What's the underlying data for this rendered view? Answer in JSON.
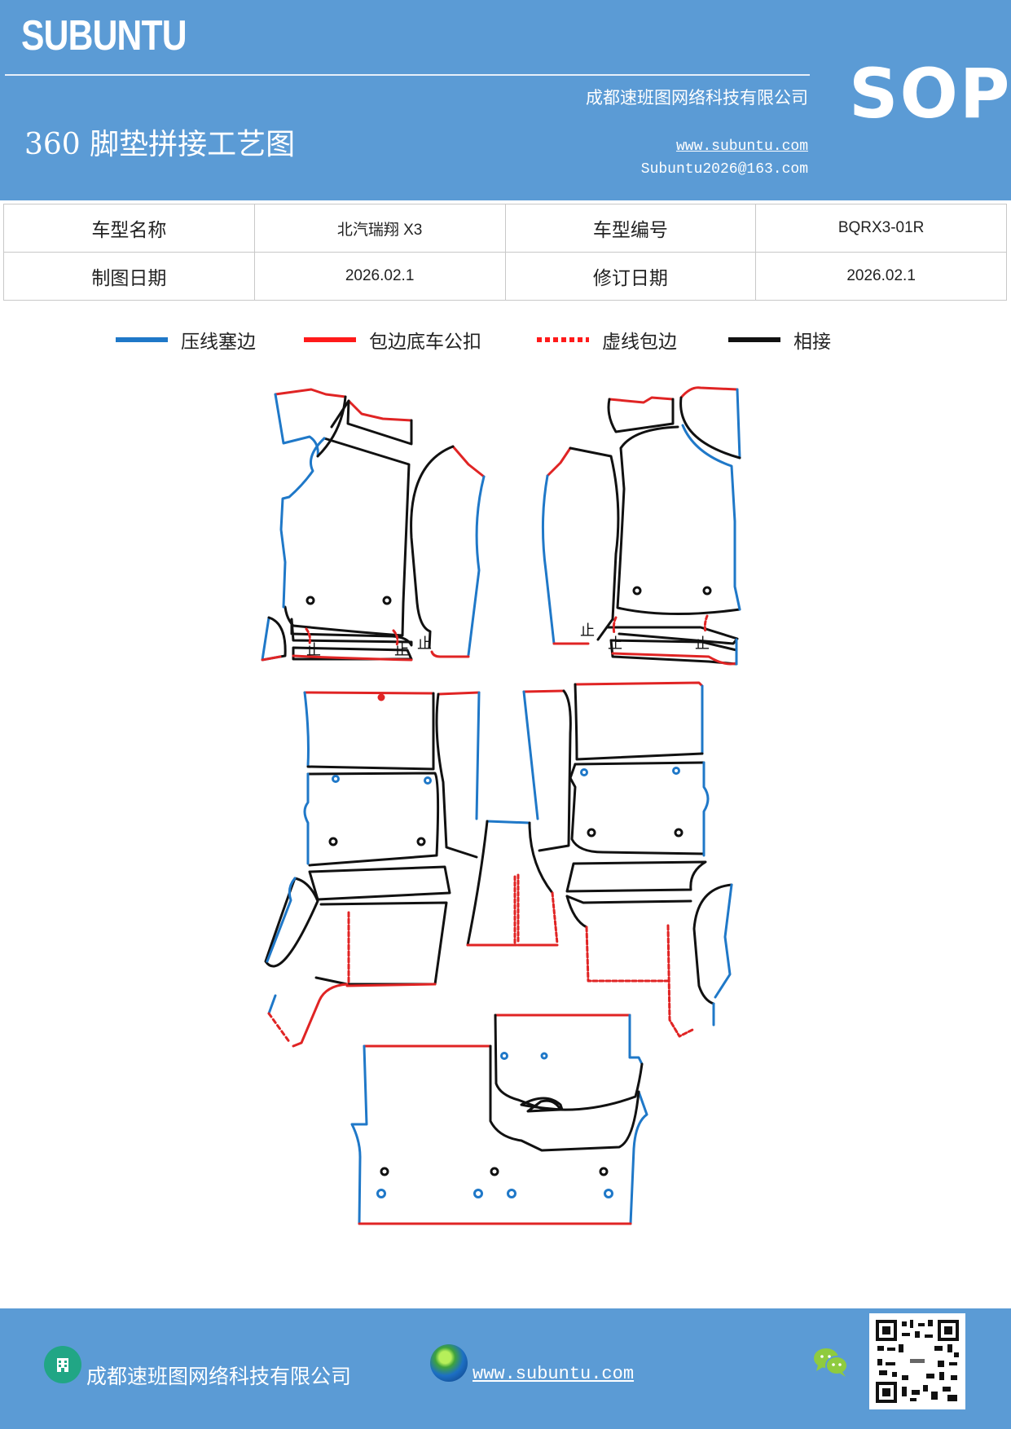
{
  "header": {
    "brand": "SUBUNTU",
    "title": "360 脚垫拼接工艺图",
    "company": "成都速班图网络科技有限公司",
    "website": "www.subuntu.com",
    "email": "Subuntu2026@163.com",
    "badge": "SOP",
    "background_color": "#5b9bd5"
  },
  "info_table": {
    "rows": [
      [
        {
          "label": "车型名称",
          "value": "北汽瑞翔 X3"
        },
        {
          "label": "车型编号",
          "value": "BQRX3-01R"
        }
      ],
      [
        {
          "label": "制图日期",
          "value": "2026.02.1"
        },
        {
          "label": "修订日期",
          "value": "2026.02.1"
        }
      ]
    ]
  },
  "legend": [
    {
      "label": "压线塞边",
      "color": "#1f78c8",
      "style": "solid"
    },
    {
      "label": "包边底车公扣",
      "color": "#ff1a1a",
      "style": "solid"
    },
    {
      "label": "虚线包边",
      "color": "#ff1a1a",
      "style": "dotted"
    },
    {
      "label": "相接",
      "color": "#111111",
      "style": "solid"
    }
  ],
  "diagram": {
    "annotation_mark": "止",
    "pieces": [
      "front-left-driver-set",
      "front-right-passenger-set",
      "second-row-left-set",
      "center-tunnel-piece",
      "second-row-right-set",
      "trunk-mat-set"
    ]
  },
  "footer": {
    "company": "成都速班图网络科技有限公司",
    "website": "www.subuntu.com",
    "icons": [
      "building-icon",
      "globe-icon",
      "wechat-icon",
      "qr-code"
    ]
  }
}
